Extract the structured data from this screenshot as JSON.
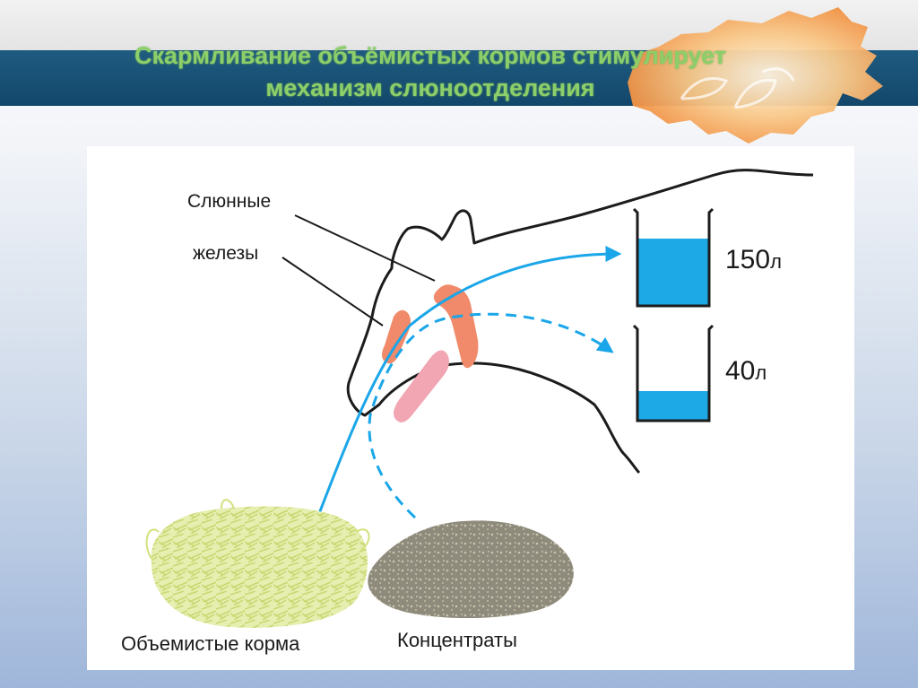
{
  "title": {
    "line1": "Скармливание объёмистых кормов стимулирует",
    "line2": "механизм слюноотделения"
  },
  "diagram": {
    "gland_label_line1": "Слюнные",
    "gland_label_line2": "железы",
    "roughage_label": "Объемистые корма",
    "concentrate_label": "Концентраты",
    "beaker_high": {
      "value": "150",
      "unit": "л",
      "fill_fraction": 0.75
    },
    "beaker_low": {
      "value": "40",
      "unit": "л",
      "fill_fraction": 0.33
    }
  },
  "colors": {
    "title_band": "#12476a",
    "title_text": "#8ccf6a",
    "arrow": "#1aa6e8",
    "water": "#1da8e6",
    "gland": "#f08a6a",
    "tongue": "#f2a5b3",
    "roughage": "#dde89a",
    "concentrate": "#8c887b"
  }
}
